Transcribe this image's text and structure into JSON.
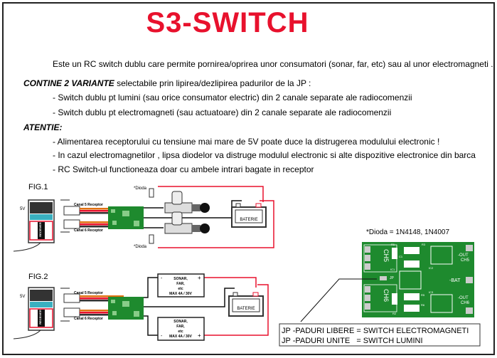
{
  "title": "S3-SWITCH",
  "intro": "Este un RC switch dublu care permite pornirea/oprirea unor consumatori (sonar, far, etc) sau al unor electromagneti .",
  "variants": {
    "heading": "CONTINE 2 VARIANTE",
    "text": " selectabile prin lipirea/dezlipirea padurilor de la JP  :",
    "items": [
      "- Switch dublu pt lumini (sau orice consumator electric) din 2 canale separate ale radiocomenzii",
      "- Switch dublu pt electromagneti (sau actuatoare) din 2 canale separate ale radiocomenzii"
    ]
  },
  "warning": {
    "heading": "ATENTIE:",
    "items": [
      "- Alimentarea receptorului cu tensiune mai mare de 5V poate duce la distrugerea modulului electronic !",
      "- In cazul electromagnetilor , lipsa diodelor va distruge modulul electronic si alte dispozitive electronice din barca",
      "- RC Switch-ul functioneaza doar cu ambele intrari bagate in receptor"
    ]
  },
  "fig1": {
    "label": "FIG.1",
    "voltage": "5V",
    "ch5": "Canal 5 Receptor",
    "ch6": "Canal 6 Receptor",
    "diode": "*Dioda",
    "battery": "BATERIE",
    "receiver": "RECEIVER"
  },
  "fig2": {
    "label": "FIG.2",
    "voltage": "5V",
    "ch5": "Canal 5 Receptor",
    "ch6": "Canal 6 Receptor",
    "battery": "BATERIE",
    "receiver": "RECEIVER",
    "load": [
      "SONAR,",
      "FAR,",
      "etc",
      "MAX 4A / 30V"
    ],
    "minus": "-",
    "plus": "+"
  },
  "pcb": {
    "diode_note": "*Dioda = 1N4148, 1N4007",
    "ch5": "CH5",
    "ch6": "CH6",
    "out_ch5": [
      "-OUT",
      "CH5"
    ],
    "out_ch6": [
      "-OUT",
      "CH6"
    ],
    "bat": "-BAT",
    "jp": "JP",
    "labels": [
      "R1",
      "R3",
      "C1",
      "IC1",
      "IC2",
      "R5",
      "R6",
      "R2",
      "IC3"
    ],
    "color": "#1e8a2e"
  },
  "legend": [
    "JP -PADURI LIBERE = SWITCH ELECTROMAGNETI",
    "JP -PADURI UNITE   = SWITCH LUMINI"
  ],
  "colors": {
    "title": "#e8112d",
    "wire_red": "#e8112d"
  }
}
